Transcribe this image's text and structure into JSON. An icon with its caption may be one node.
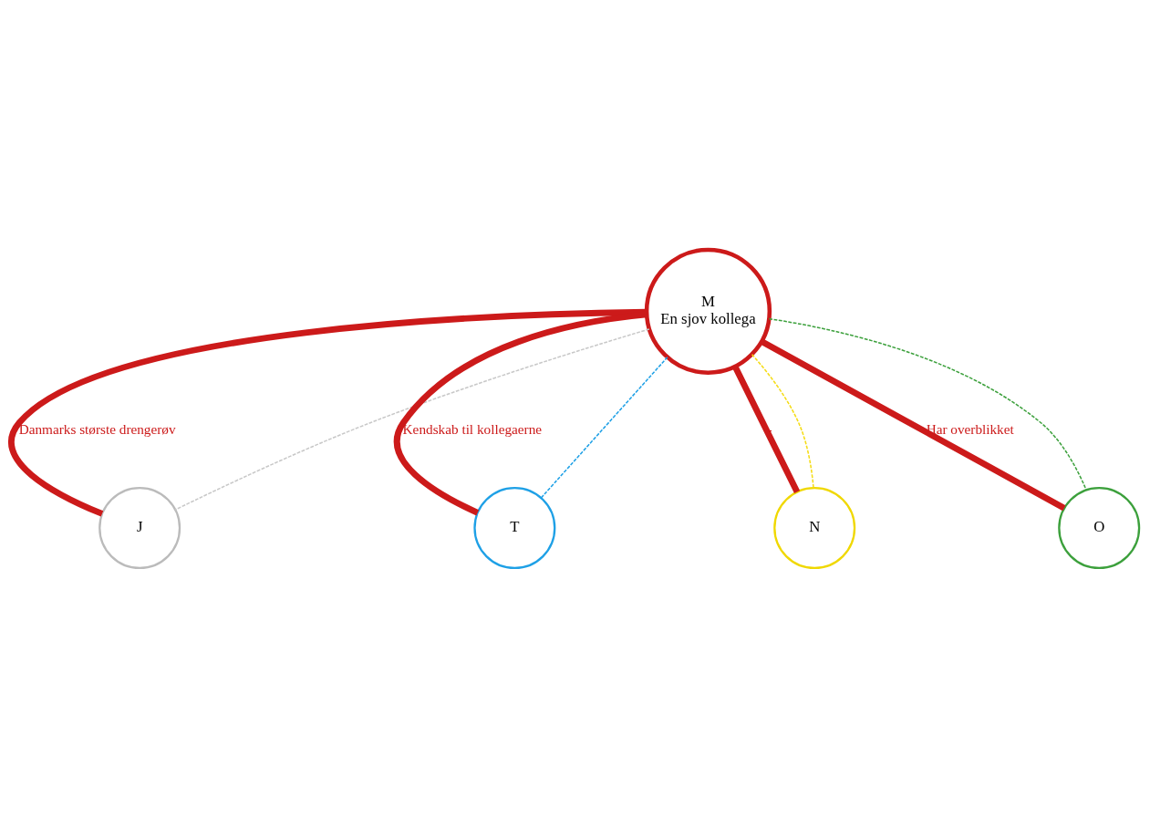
{
  "diagram": {
    "nodes": [
      {
        "text": [
          "M",
          "En sjov kollega"
        ]
      },
      {
        "text": [
          "J"
        ]
      },
      {
        "text": [
          "T"
        ]
      },
      {
        "text": [
          "N"
        ]
      },
      {
        "text": [
          "O"
        ]
      }
    ],
    "edges": [
      {
        "from": 0,
        "to": 1,
        "arrow": "none",
        "style": "thick",
        "color": "#cc1a1a",
        "label": "Danmarks største drengerøv"
      },
      {
        "from": 0,
        "to": 1,
        "arrow": "none",
        "style": "dashed",
        "color": "#c8c8c8"
      },
      {
        "from": 0,
        "to": 2,
        "arrow": "none",
        "style": "thick",
        "color": "#cc1a1a",
        "label": "Kendskab til kollegaerne"
      },
      {
        "from": 0,
        "to": 2,
        "arrow": "none",
        "style": "dashed",
        "color": "#1ea0e6"
      },
      {
        "from": 0,
        "to": 3,
        "arrow": "none",
        "style": "thick",
        "color": "#cc1a1a",
        "label": "-"
      },
      {
        "from": 0,
        "to": 3,
        "arrow": "none",
        "style": "dashed",
        "color": "#f5dc14"
      },
      {
        "from": 0,
        "to": 4,
        "arrow": "none",
        "style": "thick",
        "color": "#cc1a1a",
        "label": "Har overblikket"
      },
      {
        "from": 0,
        "to": 4,
        "arrow": "none",
        "style": "dashed",
        "color": "#3ca03c"
      }
    ]
  }
}
